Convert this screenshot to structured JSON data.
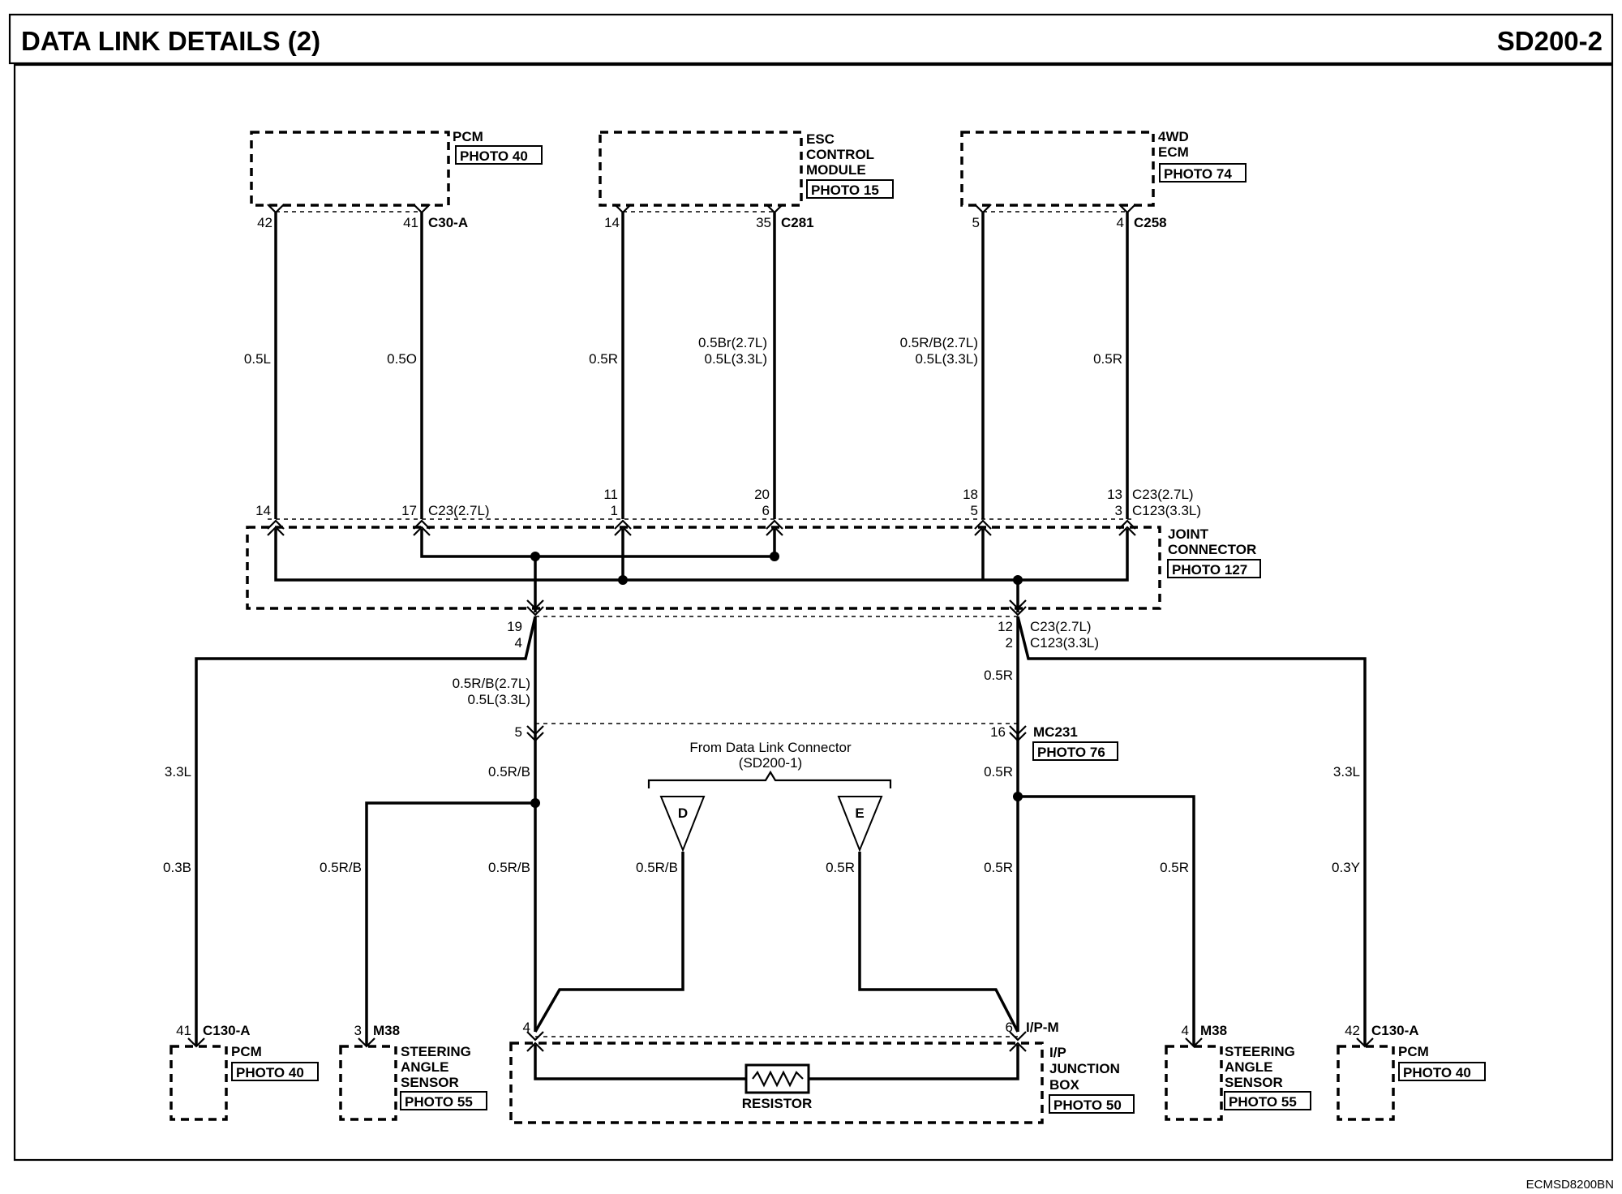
{
  "header": {
    "title": "DATA LINK DETAILS (2)",
    "code": "SD200-2"
  },
  "footer": {
    "code": "ECMSD8200BN"
  },
  "common": {
    "photo40": "PHOTO 40",
    "photo55": "PHOTO 55",
    "pcm": "PCM",
    "c130a": "C130-A",
    "m38": "M38"
  },
  "components": {
    "pcm_top": {
      "name": "PCM",
      "photo": "PHOTO 40"
    },
    "esc": {
      "line1": "ESC",
      "line2": "CONTROL",
      "line3": "MODULE",
      "photo": "PHOTO 15"
    },
    "ecm4wd": {
      "line1": "4WD",
      "line2": "ECM",
      "photo": "PHOTO 74"
    },
    "joint": {
      "line1": "JOINT",
      "line2": "CONNECTOR",
      "photo": "PHOTO 127"
    },
    "mc231": {
      "name": "MC231",
      "photo": "PHOTO 76"
    },
    "steering": {
      "line1": "STEERING",
      "line2": "ANGLE",
      "line3": "SENSOR"
    },
    "ipjb": {
      "line1": "I/P",
      "line2": "JUNCTION",
      "line3": "BOX",
      "photo": "PHOTO 50",
      "connector": "I/P-M",
      "resistor": "RESISTOR"
    },
    "dlc": {
      "line1": "From Data Link Connector",
      "line2": "(SD200-1)",
      "tag_d": "D",
      "tag_e": "E"
    }
  },
  "connectors": {
    "c30a": "C30-A",
    "c281": "C281",
    "c258": "C258",
    "c23_27": "C23(2.7L)",
    "c123_33": "C123(3.3L)"
  },
  "pins": {
    "p42": "42",
    "p41": "41",
    "p14": "14",
    "p35": "35",
    "p5": "5",
    "p4": "4",
    "p17": "17",
    "p11": "11",
    "p1": "1",
    "p20": "20",
    "p6": "6",
    "p18": "18",
    "p13": "13",
    "p3": "3",
    "p19": "19",
    "p12": "12",
    "p2": "2",
    "p16": "16"
  },
  "wires": {
    "w05L": "0.5L",
    "w05O": "0.5O",
    "w05R": "0.5R",
    "w05Br27": "0.5Br(2.7L)",
    "w05L33": "0.5L(3.3L)",
    "w05RB27": "0.5R/B(2.7L)",
    "w05RB": "0.5R/B",
    "w33L": "3.3L",
    "w03B": "0.3B",
    "w03Y": "0.3Y"
  }
}
